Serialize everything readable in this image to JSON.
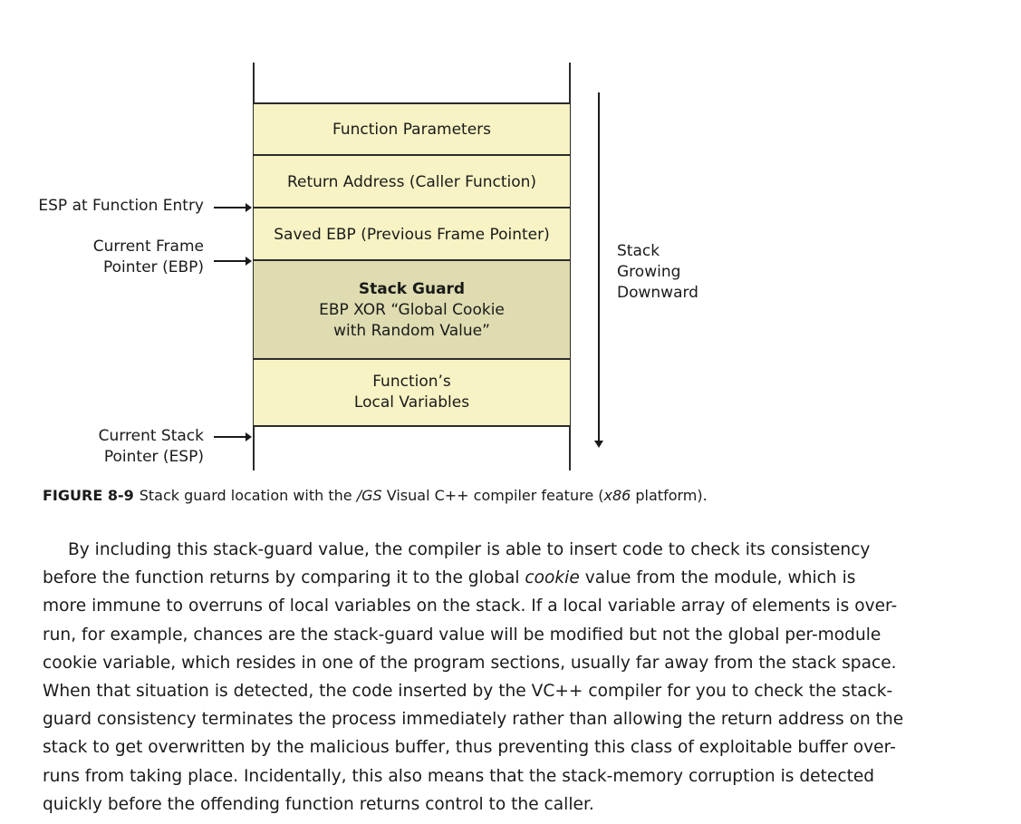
{
  "diagram": {
    "blocks": [
      {
        "lines": [
          "Function Parameters"
        ]
      },
      {
        "lines": [
          "Return Address (Caller Function)"
        ]
      },
      {
        "lines": [
          "Saved EBP (Previous Frame Pointer)"
        ]
      },
      {
        "title": "Stack Guard",
        "lines": [
          "EBP XOR “Global Cookie",
          "with Random Value”"
        ]
      },
      {
        "lines": [
          "Function’s",
          "Local Variables"
        ]
      }
    ],
    "pointers": {
      "esp_entry": [
        "ESP at Function Entry"
      ],
      "ebp": [
        "Current Frame",
        "Pointer (EBP)"
      ],
      "esp_current": [
        "Current Stack",
        "Pointer (ESP)"
      ]
    },
    "direction_label": [
      "Stack",
      "Growing",
      "Downward"
    ]
  },
  "caption": {
    "label": "FIGURE 8-9",
    "text_before": "Stack guard location with the ",
    "gs": "/GS",
    "text_middle": " Visual C++ compiler feature (",
    "x86": "x86",
    "text_after": " platform)."
  },
  "body": {
    "lines": [
      "By including this stack-guard value, the compiler is able to insert code to check its consistency",
      "before the function returns by comparing it to the global ",
      "more immune to overruns of local variables on the stack. If a local variable array of elements is over-",
      "run, for example, chances are the stack-guard value will be modified but not the global per-module",
      "cookie variable, which resides in one of the program sections, usually far away from the stack space.",
      "When that situation is detected, the code inserted by the VC++ compiler for you to check the stack-",
      "guard consistency terminates the process immediately rather than allowing the return address on the",
      "stack to get overwritten by the malicious buffer, thus preventing this class of exploitable buffer over-",
      "runs from taking place. Incidentally, this also means that the stack-memory corruption is detected",
      "quickly before the offending function returns control to the caller."
    ],
    "line2_italic": "cookie",
    "line2_rest": " value from the module, which is"
  }
}
